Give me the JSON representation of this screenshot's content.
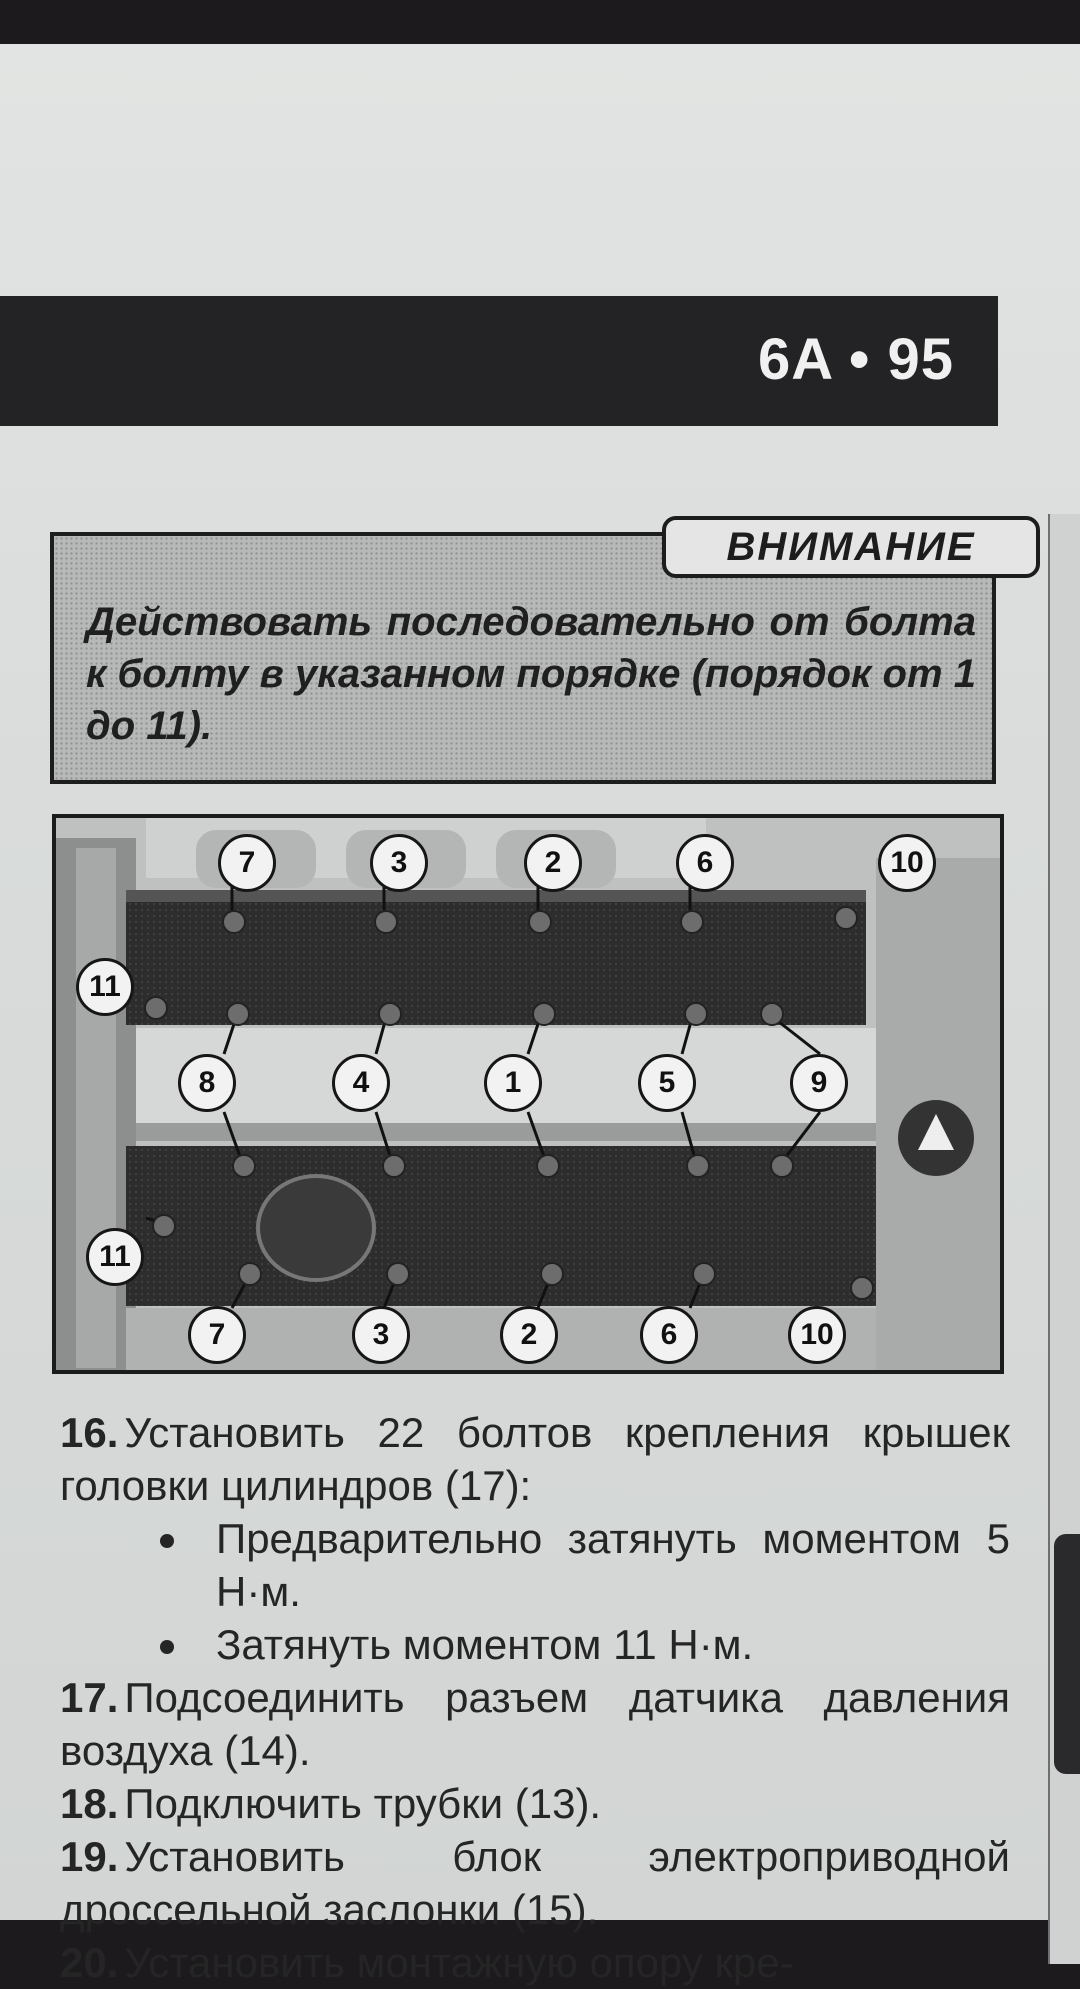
{
  "header": {
    "page_number": "6A • 95"
  },
  "attention": {
    "title": "ВНИМАНИЕ",
    "text": "Действовать последовательно от болта к болту в указанном порядке (порядок от 1 до 11)."
  },
  "figure": {
    "callouts": [
      "7",
      "3",
      "2",
      "6",
      "10",
      "11",
      "8",
      "4",
      "1",
      "5",
      "9",
      "11",
      "7",
      "3",
      "2",
      "6",
      "10"
    ]
  },
  "steps": [
    {
      "num": "16.",
      "text": "Установить 22 болтов крепления крышек головки цилиндров (17):"
    },
    {
      "bullet": "Предварительно затянуть моментом 5 Н·м."
    },
    {
      "bullet": "Затянуть моментом 11 Н·м."
    },
    {
      "num": "17.",
      "text": "Подсоединить разъем датчика давления воздуха (14)."
    },
    {
      "num": "18.",
      "text": "Подключить трубки (13)."
    },
    {
      "num": "19.",
      "text": "Установить блок электроприводной дроссельной заслонки (15)."
    },
    {
      "num": "20.",
      "text": "Установить монтажную опору кре-"
    }
  ]
}
